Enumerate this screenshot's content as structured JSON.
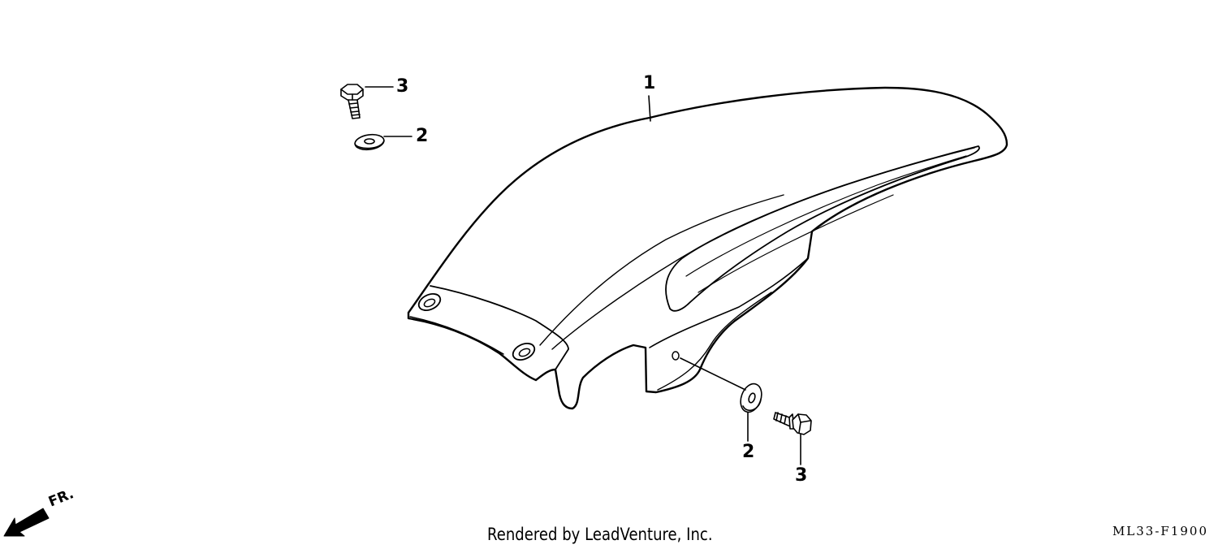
{
  "diagram": {
    "callouts": [
      {
        "id": "fender",
        "label": "1"
      },
      {
        "id": "washer-upper",
        "label": "2"
      },
      {
        "id": "bolt-upper",
        "label": "3"
      },
      {
        "id": "washer-lower",
        "label": "2"
      },
      {
        "id": "bolt-lower",
        "label": "3"
      }
    ],
    "direction_label": "FR.",
    "credit": "Rendered by LeadVenture, Inc.",
    "diagram_code": "ML33-F1900",
    "line_color": "#000000",
    "background": "#ffffff"
  }
}
